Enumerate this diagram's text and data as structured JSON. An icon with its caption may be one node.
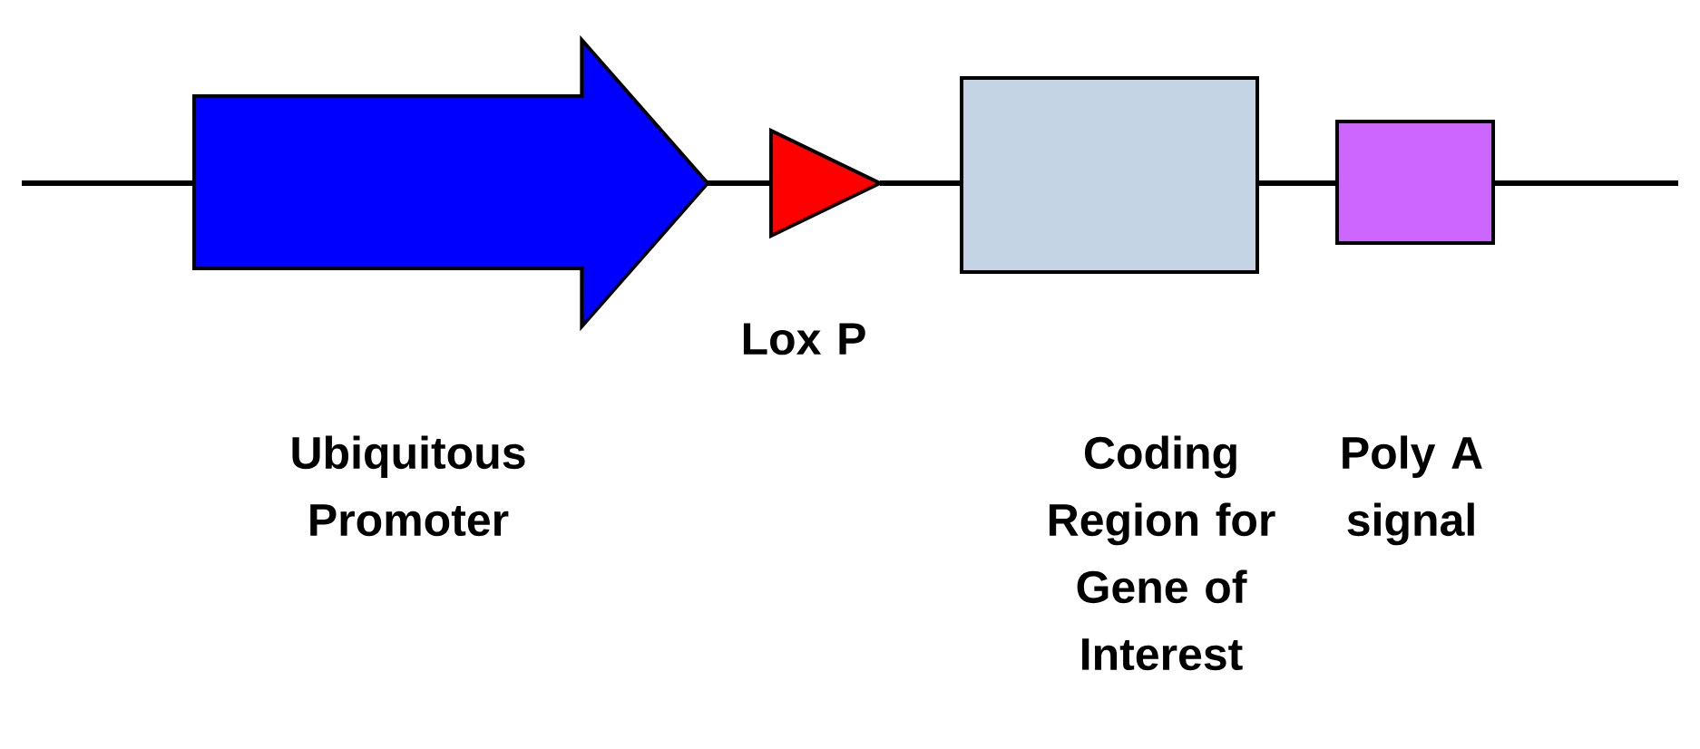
{
  "diagram": {
    "nodes": [
      {
        "text": [],
        "shape": "arrow"
      },
      {
        "text": [],
        "shape": "triangle"
      },
      {
        "text": [],
        "shape": "box"
      },
      {
        "text": [],
        "shape": "box"
      }
    ],
    "labels": [
      "Lox P",
      "Ubiquitous Promoter",
      "Coding Region for Gene of Interest",
      "Poly A signal"
    ],
    "edges": [
      {
        "from": null,
        "to": 0,
        "arrow": "none"
      },
      {
        "from": 0,
        "to": 1,
        "arrow": "none"
      },
      {
        "from": 1,
        "to": 2,
        "arrow": "none"
      },
      {
        "from": 2,
        "to": 3,
        "arrow": "none"
      },
      {
        "from": 3,
        "to": null,
        "arrow": "none"
      }
    ]
  }
}
